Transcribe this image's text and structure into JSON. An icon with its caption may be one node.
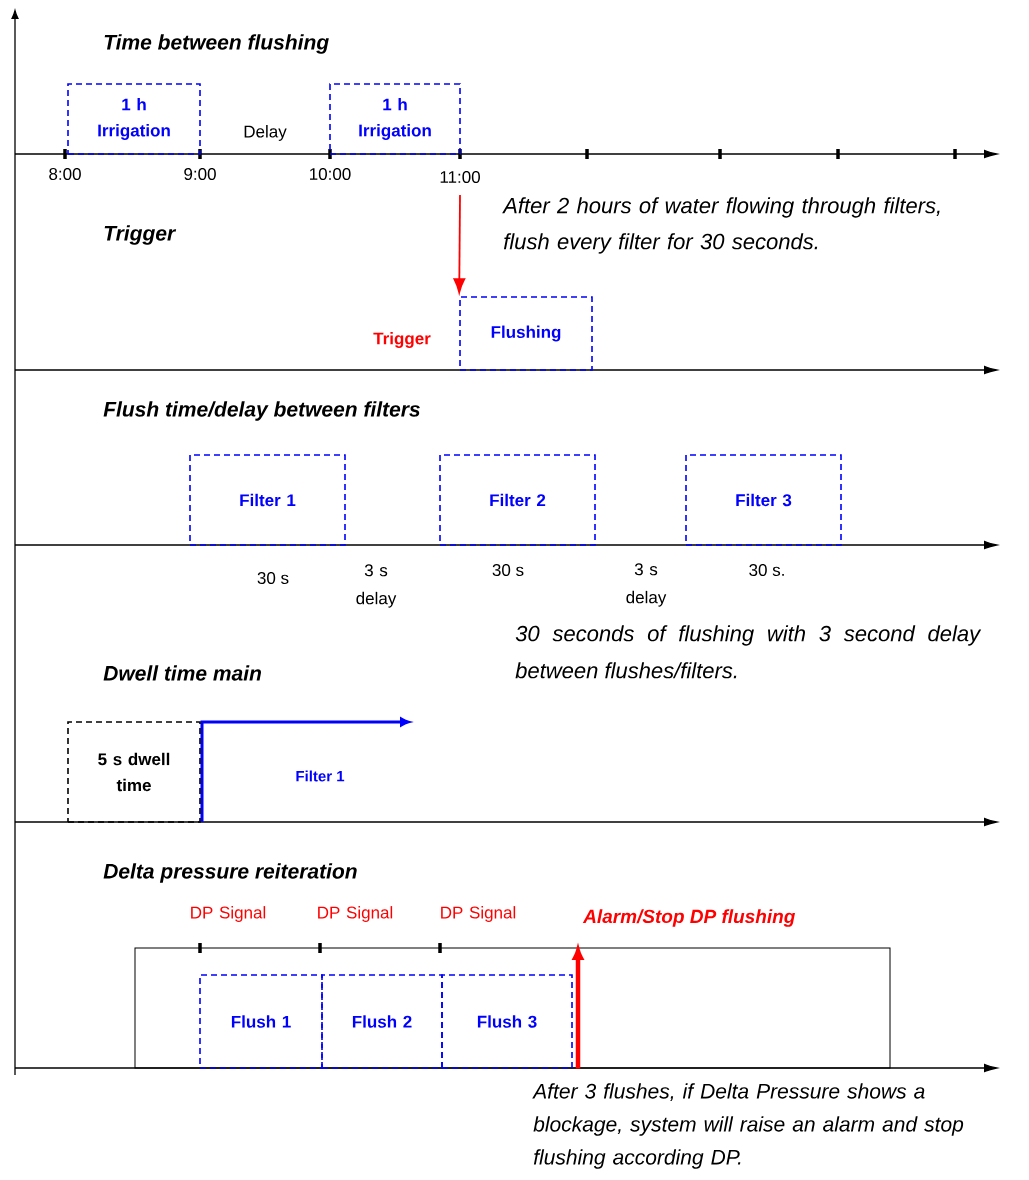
{
  "diagram": {
    "nodes": [
      {
        "text": [
          "1 h Irrigation"
        ]
      },
      {
        "text": [
          "1 h Irrigation"
        ]
      },
      {
        "text": [
          "Flushing"
        ]
      },
      {
        "text": [
          "Filter 1"
        ]
      },
      {
        "text": [
          "Filter 2"
        ]
      },
      {
        "text": [
          "Filter 3"
        ]
      },
      {
        "text": [
          "5 s dwell time"
        ]
      },
      {
        "text": [],
        "shape": "box"
      },
      {
        "text": [
          "Flush 1"
        ],
        "in": 7
      },
      {
        "text": [
          "Flush 2"
        ],
        "in": 7
      },
      {
        "text": [
          "Flush 3"
        ],
        "in": 7
      }
    ],
    "edges": [
      {
        "from": null,
        "to": 2,
        "arrow": "to",
        "color": "#ff0000"
      },
      {
        "from": 7,
        "to": null,
        "arrow": "to",
        "style": "thick",
        "color": "#ff0000"
      }
    ],
    "labels": [
      "Time between flushing",
      "Delay",
      "8:00",
      "9:00",
      "10:00",
      "11:00",
      "After 2 hours of water flowing through filters, flush every filter for 30 seconds.",
      "Trigger",
      "Trigger",
      "Flush time/delay between filters",
      "30 s",
      "3 s delay",
      "30 s",
      "3 s delay",
      "30 s.",
      "30 seconds of flushing with 3 second delay between flushes/filters.",
      "Dwell time main",
      "Filter 1",
      "Delta pressure reiteration",
      "DP Signal",
      "DP Signal",
      "DP Signal",
      "Alarm/Stop DP flushing",
      "After 3 flushes, if Delta Pressure shows a blockage, system will raise an alarm and stop flushing according DP."
    ]
  }
}
